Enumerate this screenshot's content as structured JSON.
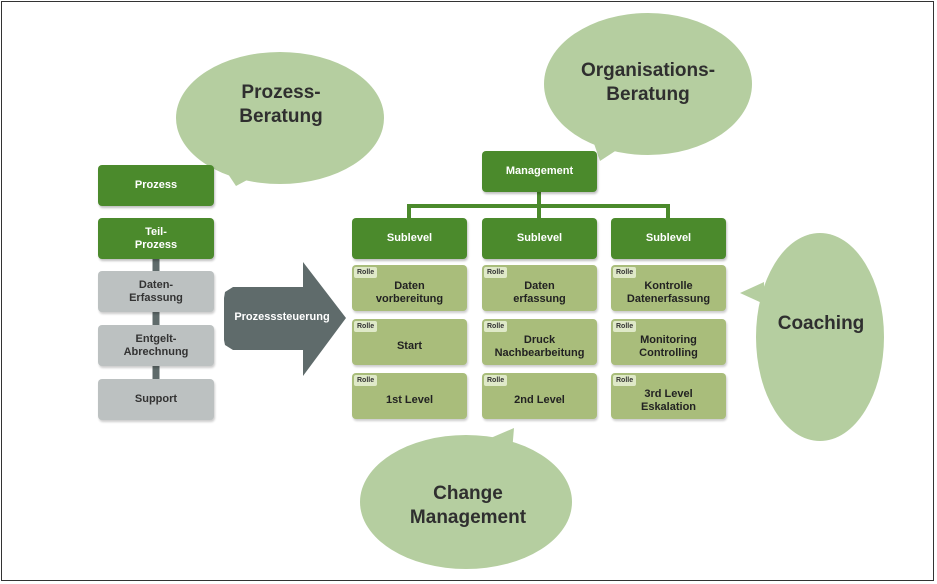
{
  "bubbles": {
    "prozess_beratung": [
      "Prozess-",
      "Beratung"
    ],
    "organisations_beratung": [
      "Organisations-",
      "Beratung"
    ],
    "coaching": "Coaching",
    "change_management": [
      "Change",
      "Management"
    ]
  },
  "process_chain": {
    "prozess": "Prozess",
    "teil_prozess": [
      "Teil-",
      "Prozess"
    ],
    "daten_erfassung": [
      "Daten-",
      "Erfassung"
    ],
    "entgelt_abrechnung": [
      "Entgelt-",
      "Abrechnung"
    ],
    "support": "Support"
  },
  "arrow_label": "Prozesssteuerung",
  "org": {
    "management": "Management",
    "role_tag": "Rolle",
    "columns": [
      {
        "sublevel": "Sublevel",
        "roles": [
          [
            "Daten",
            "vorbereitung"
          ],
          [
            "Start"
          ],
          [
            "1st Level"
          ]
        ]
      },
      {
        "sublevel": "Sublevel",
        "roles": [
          [
            "Daten",
            "erfassung"
          ],
          [
            "Druck",
            "Nachbearbeitung"
          ],
          [
            "2nd Level"
          ]
        ]
      },
      {
        "sublevel": "Sublevel",
        "roles": [
          [
            "Kontrolle",
            "Datenerfassung"
          ],
          [
            "Monitoring",
            "Controlling"
          ],
          [
            "3rd Level",
            "Eskalation"
          ]
        ]
      }
    ]
  },
  "colors": {
    "dark_green": "#4b8a2c",
    "role_green": "#a9bd7b",
    "bubble_green": "#b5cea0",
    "grey_box": "#bcc1c1",
    "arrow": "#5f6b6b"
  }
}
